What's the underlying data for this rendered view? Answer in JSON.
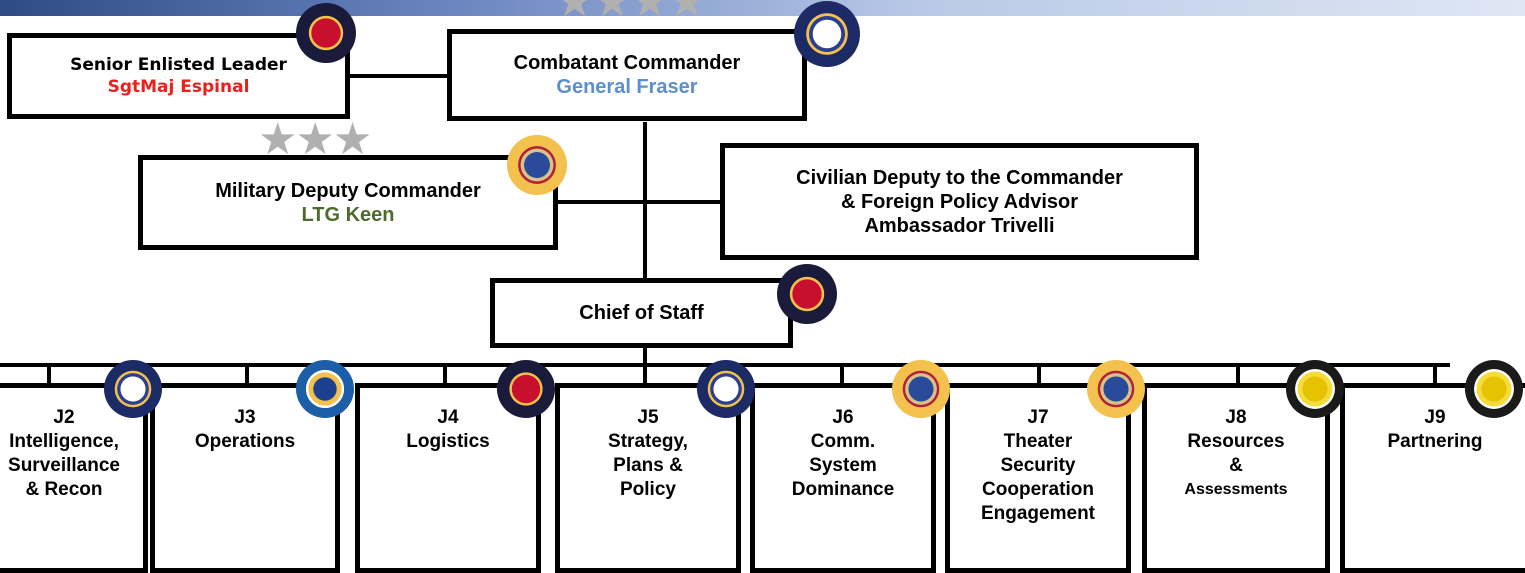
{
  "header": {
    "bar_color": "#2e4b86"
  },
  "top": {
    "sel_title": "Senior Enlisted Leader",
    "sel_name": "SgtMaj Espinal",
    "ccdr_title": "Combatant Commander",
    "ccdr_name": "General Fraser",
    "mdc_title": "Military Deputy Commander",
    "mdc_name": "LTG Keen",
    "civ_line1": "Civilian Deputy to the Commander",
    "civ_line2": "& Foreign Policy Advisor",
    "civ_line3": "Ambassador Trivelli",
    "cos_title": "Chief of Staff"
  },
  "ranks": {
    "ccdr_stars": "★★★★",
    "mdc_stars": "★★★"
  },
  "colors": {
    "sel_name": "#e8211d",
    "ccdr_name": "#5b8fd0",
    "mdc_name": "#4d6b2a"
  },
  "directorates": [
    {
      "num": "J2",
      "lines": [
        "Intelligence,",
        "Surveillance",
        "& Recon"
      ],
      "seal": "air-force-seal-icon"
    },
    {
      "num": "J3",
      "lines": [
        "Operations"
      ],
      "seal": "coast-guard-seal-icon"
    },
    {
      "num": "J4",
      "lines": [
        "Logistics"
      ],
      "seal": "marine-corps-seal-icon"
    },
    {
      "num": "J5",
      "lines": [
        "Strategy,",
        "Plans &",
        "Policy"
      ],
      "seal": "air-force-seal-icon"
    },
    {
      "num": "J6",
      "lines": [
        "Comm.",
        "System",
        "Dominance"
      ],
      "seal": "army-seal-icon"
    },
    {
      "num": "J7",
      "lines": [
        "Theater",
        "Security",
        "Cooperation",
        "Engagement"
      ],
      "seal": "army-seal-icon"
    },
    {
      "num": "J8",
      "lines": [
        "Resources",
        "&",
        "Assessments"
      ],
      "seal": "civilian-seal-icon"
    },
    {
      "num": "J9",
      "lines": [
        "Partnering"
      ],
      "seal": "civilian-seal-icon"
    }
  ]
}
